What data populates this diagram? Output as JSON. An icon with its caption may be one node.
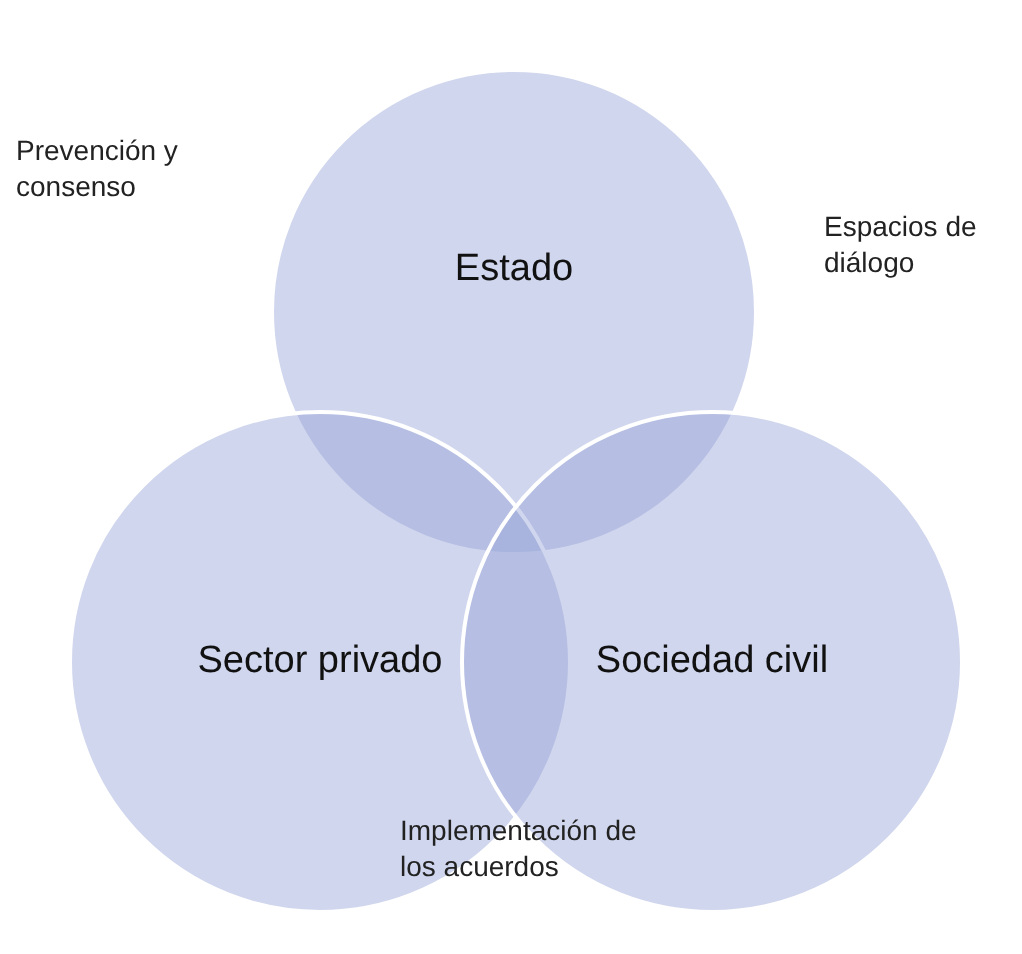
{
  "diagram": {
    "nodes": [
      {
        "text": [
          "Estado"
        ]
      },
      {
        "text": [
          "Sector privado"
        ]
      },
      {
        "text": [
          "Sociedad civil"
        ]
      }
    ],
    "labels": [
      "Prevención y consenso",
      "Espacios de diálogo",
      "Implementación de los acuerdos"
    ]
  }
}
